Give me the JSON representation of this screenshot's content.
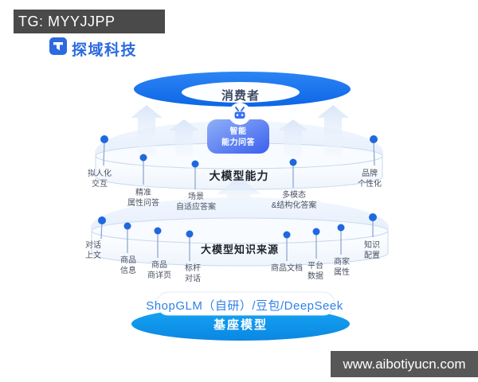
{
  "watermarks": {
    "tag_label": "TG: MYYJJPP",
    "site_label": "www.aibotiyucn.com"
  },
  "header": {
    "brand": "探域科技",
    "brand_icon": "tanyu-logo-icon"
  },
  "diagram": {
    "consumer": {
      "label": "消费者"
    },
    "assistant_box": {
      "label": "智能\n能力问答",
      "icon": "robot-icon"
    },
    "capability_layer": {
      "title": "大模型能力",
      "pins": [
        {
          "label": "拟人化\n交互"
        },
        {
          "label": "精准\n属性问答"
        },
        {
          "label": "场景\n自适应答案"
        },
        {
          "label": "多模态\n&结构化答案"
        },
        {
          "label": "品牌\n个性化"
        }
      ]
    },
    "knowledge_layer": {
      "title": "大模型知识来源",
      "pins": [
        {
          "label": "对话\n上文"
        },
        {
          "label": "商品\n信息"
        },
        {
          "label": "商品\n商详页"
        },
        {
          "label": "标杆\n对话"
        },
        {
          "label": "商品文档"
        },
        {
          "label": "平台\n数据"
        },
        {
          "label": "商家\n属性"
        },
        {
          "label": "知识\n配置"
        }
      ]
    },
    "base_models": {
      "label": "ShopGLM（自研）/豆包/DeepSeek"
    },
    "base_layer": {
      "label": "基座模型"
    },
    "colors": {
      "brand_blue": "#2b6ae0",
      "ring_blue": "#1474f0",
      "base_azure": "#0f9bf0",
      "box_gradient_start": "#8fb0f8",
      "box_gradient_end": "#3c5fee",
      "pin_dot_blue": "#1f68de",
      "watermark_gray": "#4a4a4a"
    }
  }
}
